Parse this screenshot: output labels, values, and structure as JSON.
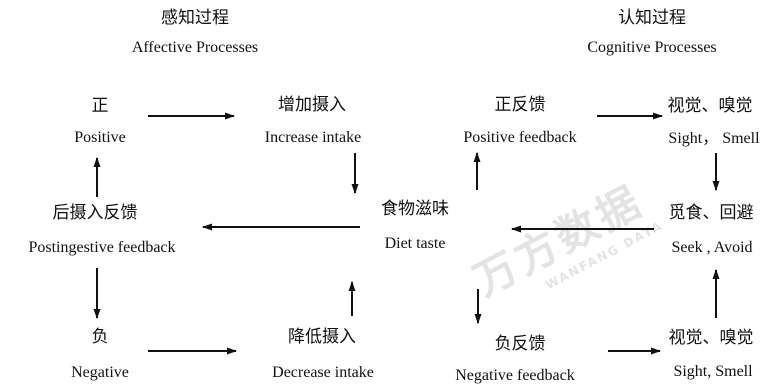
{
  "affective": {
    "title_zh": "感知过程",
    "title_en": "Affective Processes"
  },
  "cognitive": {
    "title_zh": "认知过程",
    "title_en": "Cognitive Processes"
  },
  "positive": {
    "zh": "正",
    "en": "Positive"
  },
  "increase": {
    "zh": "增加摄入",
    "en": "Increase intake"
  },
  "pos_feedback": {
    "zh": "正反馈",
    "en": "Positive feedback"
  },
  "sight_smell_top": {
    "zh": "视觉、嗅觉",
    "en": "Sight，  Smell"
  },
  "postingestive": {
    "zh": "后摄入反馈",
    "en": "Postingestive feedback"
  },
  "diet_taste": {
    "zh": "食物滋味",
    "en": "Diet taste"
  },
  "seek_avoid": {
    "zh": "觅食、回避",
    "en": "Seek  , Avoid"
  },
  "negative": {
    "zh": "负",
    "en": "Negative"
  },
  "decrease": {
    "zh": "降低摄入",
    "en": "Decrease intake"
  },
  "neg_feedback": {
    "zh": "负反馈",
    "en": "Negative feedback"
  },
  "sight_smell_bottom": {
    "zh": "视觉、嗅觉",
    "en": "Sight, Smell"
  },
  "watermark": {
    "big": "万方数据",
    "small": "WANFANG DATA"
  }
}
